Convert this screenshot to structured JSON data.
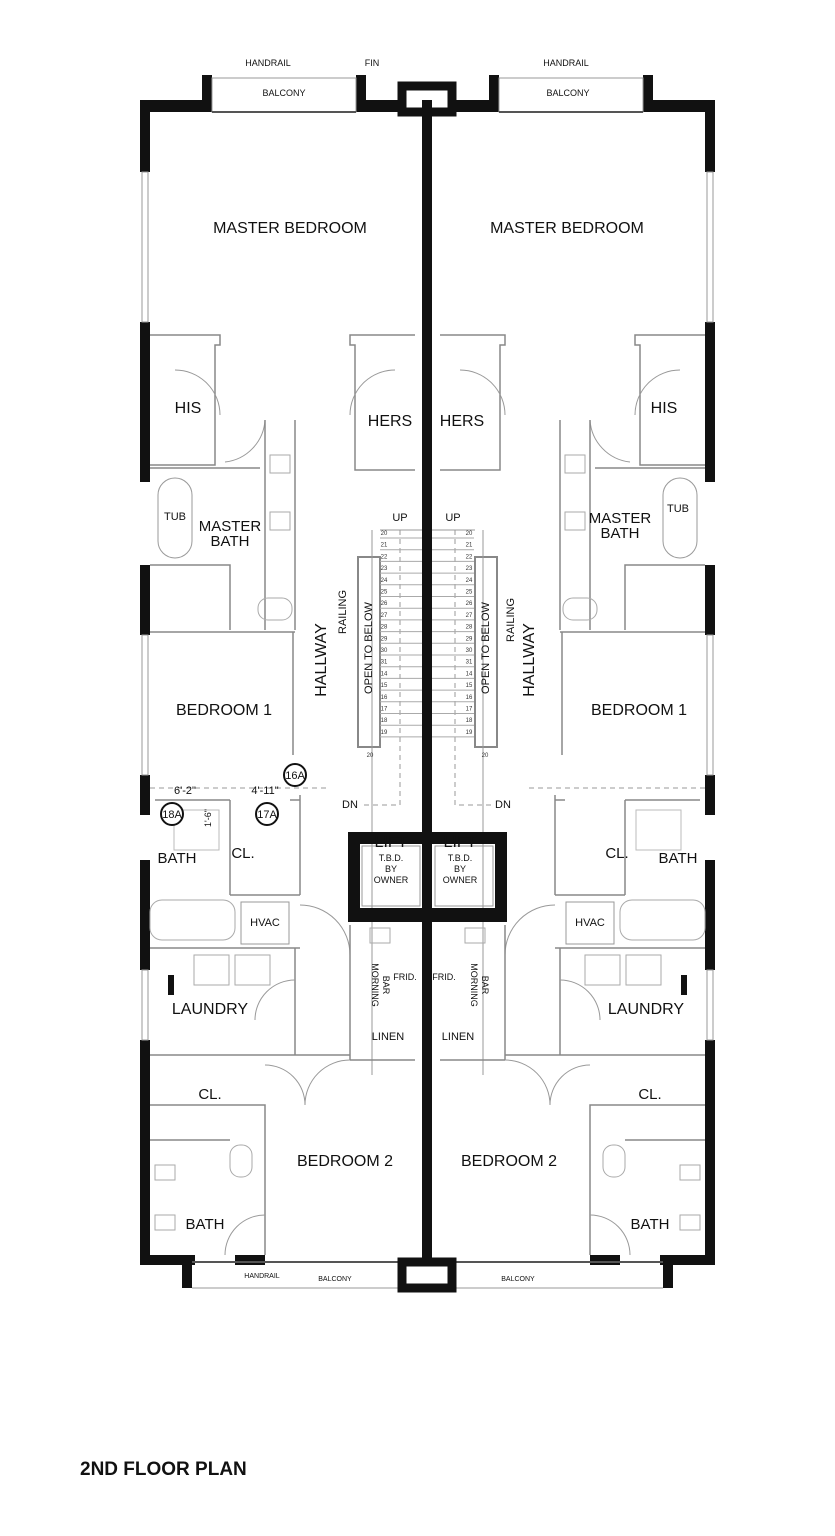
{
  "title": "2ND FLOOR PLAN",
  "annotations": {
    "handrail": "HANDRAIL",
    "balcony": "BALCONY",
    "fin": "FIN",
    "railing": "RAILING",
    "open_to_below": "OPEN TO BELOW",
    "up": "UP",
    "dn": "DN"
  },
  "rooms": {
    "master_bedroom": "MASTER BEDROOM",
    "his": "HIS",
    "hers": "HERS",
    "tub": "TUB",
    "master_bath_1": "MASTER",
    "master_bath_2": "BATH",
    "hallway": "HALLWAY",
    "bedroom1": "BEDROOM 1",
    "bath": "BATH",
    "closet": "CL.",
    "hvac": "HVAC",
    "laundry": "LAUNDRY",
    "linen": "LINEN",
    "morning_bar_1": "MORNING",
    "morning_bar_2": "BAR",
    "frid": "FRID.",
    "lift": "LIFT",
    "lift_note_1": "T.B.D.",
    "lift_note_2": "BY",
    "lift_note_3": "OWNER",
    "bedroom2": "BEDROOM 2"
  },
  "dimensions": {
    "d1": "6'-2\"",
    "d2": "4'-11\"",
    "d3": "1'-6\""
  },
  "tags": {
    "t16": "16A",
    "t17": "17A",
    "t18": "18A"
  },
  "stair_numbers": [
    "20",
    "21",
    "22",
    "23",
    "24",
    "25",
    "26",
    "27",
    "28",
    "29",
    "30",
    "31",
    "14",
    "15",
    "16",
    "17",
    "18",
    "19"
  ],
  "stair_landing_number": "20"
}
